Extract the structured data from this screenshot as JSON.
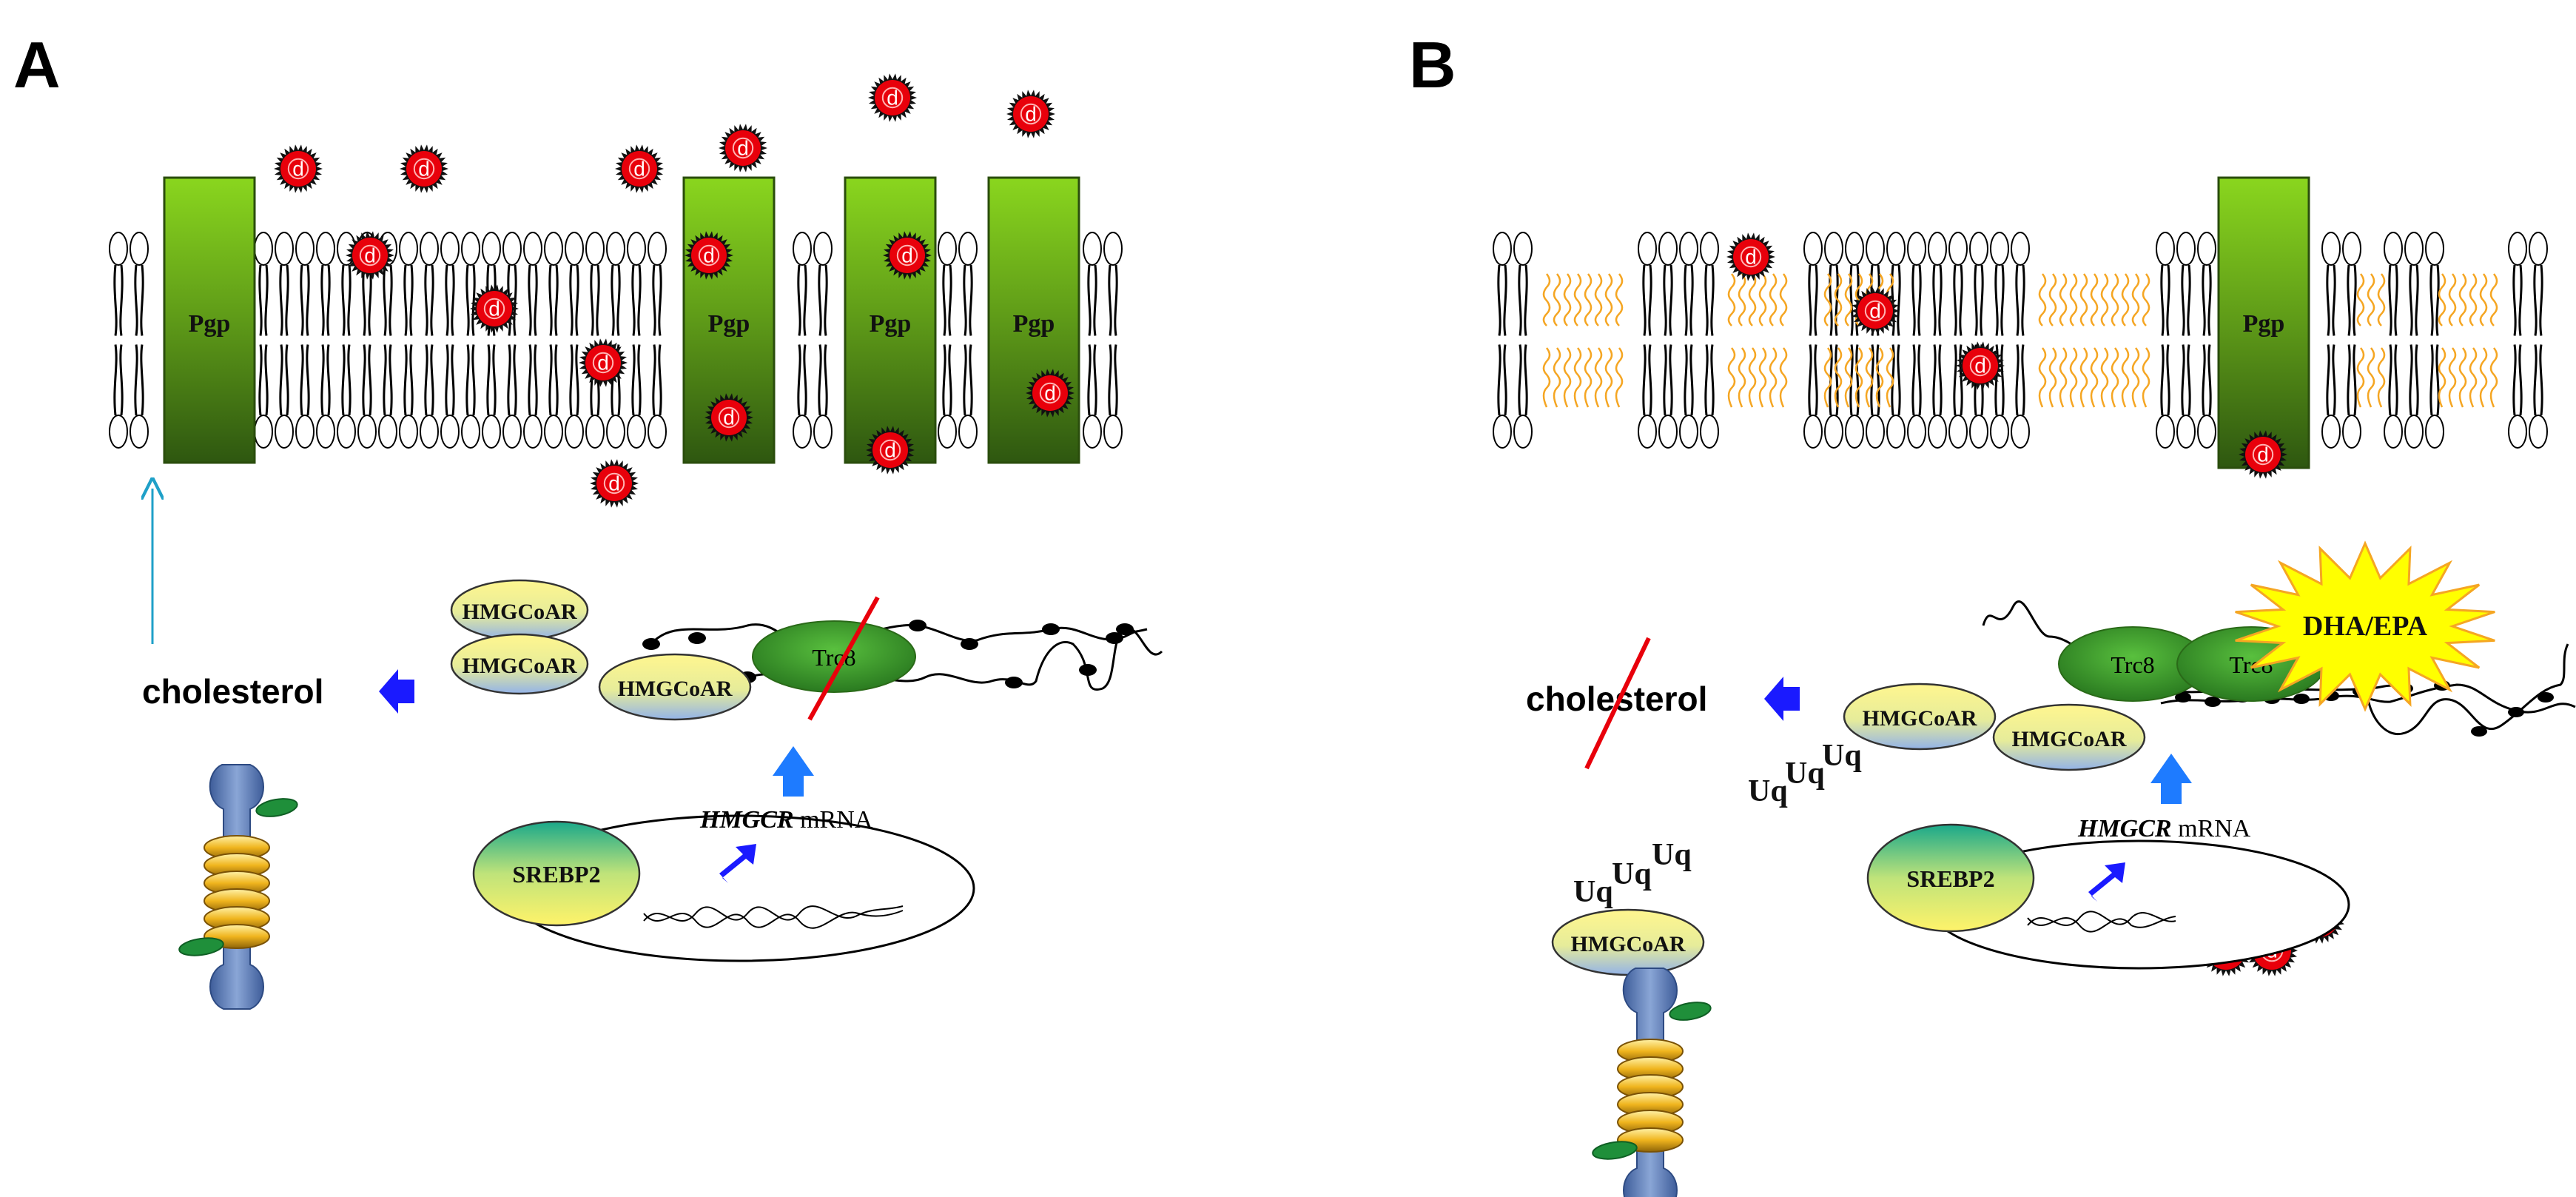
{
  "panels": [
    {
      "label": "A",
      "pgp_labels": [
        "Pgp",
        "Pgp",
        "Pgp",
        "Pgp"
      ],
      "hmgcoar_labels": [
        "HMGCoAR",
        "HMGCoAR",
        "HMGCoAR"
      ],
      "trc8_label": "Trc8",
      "cholesterol_label": "cholesterol",
      "srebp2_label": "SREBP2",
      "mrna_italic": "HMGCR",
      "mrna_suffix": " mRNA"
    },
    {
      "label": "B",
      "pgp_labels": [
        "Pgp"
      ],
      "hmgcoar_labels": [
        "HMGCoAR",
        "HMGCoAR",
        "HMGCoAR"
      ],
      "trc8_labels": [
        "Trc8",
        "Trc8"
      ],
      "dha_epa_label": "DHA/EPA",
      "cholesterol_label": "cholesterol",
      "srebp2_label": "SREBP2",
      "mrna_italic": "HMGCR",
      "mrna_suffix": " mRNA",
      "ubiquitin_label": "Uq"
    }
  ],
  "drug_label": "d",
  "colors": {
    "pgp_top": "#7ed321",
    "pgp_bottom": "#2f5a10",
    "drug_red": "#e8000b",
    "arrow_blue": "#1a1aff",
    "arrow_light_blue": "#1e7bff",
    "trc8_green": "#3f9d2f",
    "hmgcoar_top": "#fff38a",
    "hmgcoar_bottom": "#9fb8e6",
    "dha_yellow": "#ffff00",
    "omega3_orange": "#f5a623",
    "strike_red": "#e8000b"
  }
}
